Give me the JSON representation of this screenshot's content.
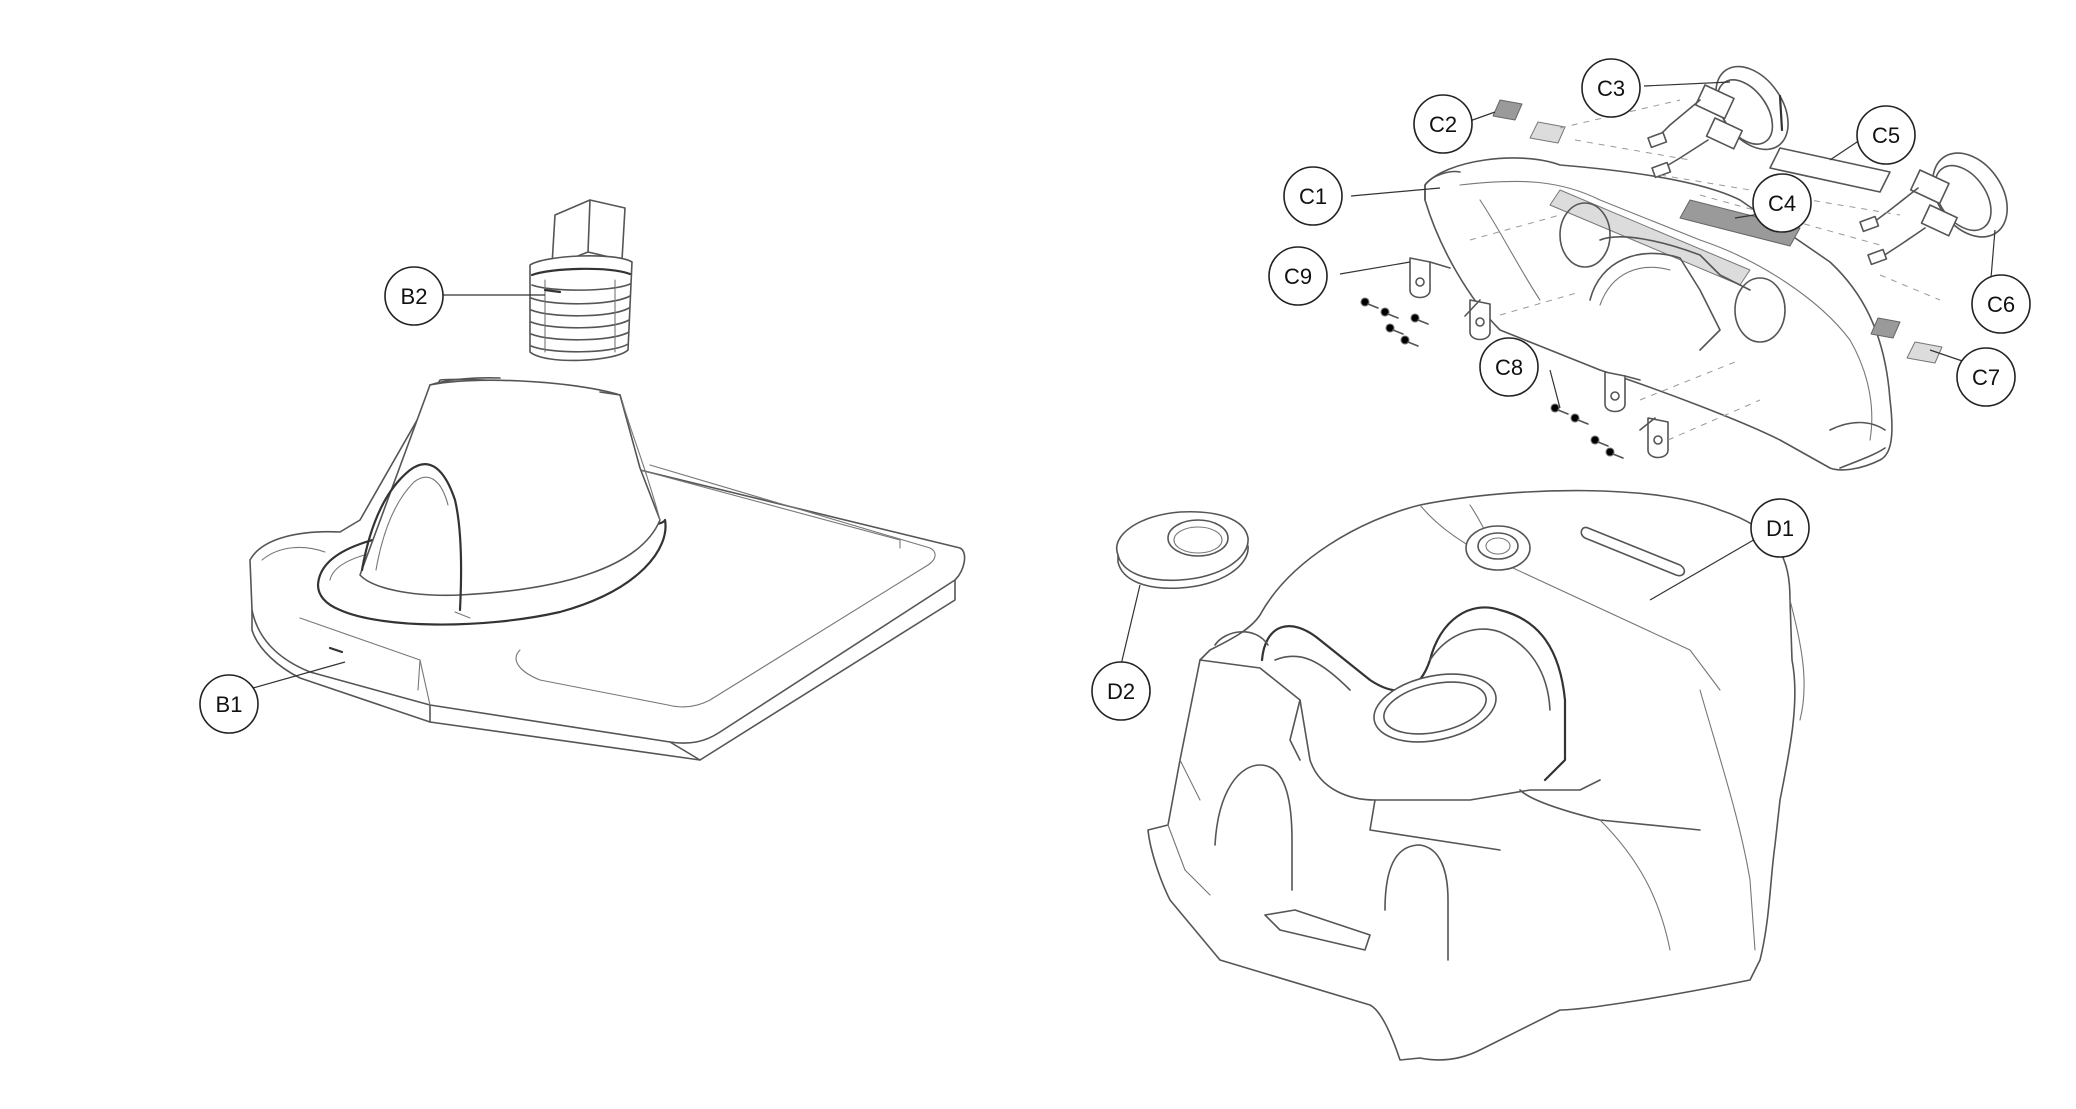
{
  "callouts": {
    "B1": "B1",
    "B2": "B2",
    "C1": "C1",
    "C2": "C2",
    "C3": "C3",
    "C4": "C4",
    "C5": "C5",
    "C6": "C6",
    "C7": "C7",
    "C8": "C8",
    "C9": "C9",
    "D1": "D1",
    "D2": "D2"
  }
}
